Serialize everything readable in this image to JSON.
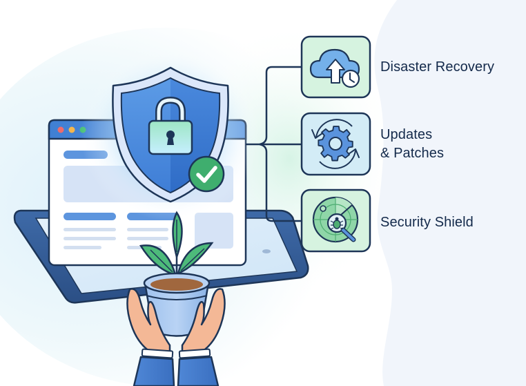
{
  "diagram": {
    "type": "infographic",
    "theme": "website maintenance and security",
    "colors": {
      "navy_outline": "#1d3557",
      "primary_blue": "#4a86d8",
      "light_blue": "#cfe0f7",
      "mint_green": "#d6f3e0",
      "accent_green": "#3fae6e",
      "text_dark": "#13294a",
      "bg_panel": "#f1f5fb"
    },
    "central_elements": [
      {
        "name": "security-shield-with-padlock",
        "icon": "shield-lock-icon"
      },
      {
        "name": "verified-check-badge",
        "icon": "check-circle-icon"
      },
      {
        "name": "browser-window",
        "icon": "browser-window-icon",
        "window_controls": [
          "red",
          "yellow",
          "green"
        ]
      },
      {
        "name": "tablet-device",
        "icon": "tablet-icon"
      },
      {
        "name": "plant-in-pot-held-by-hands",
        "icon": "growth-plant-icon"
      }
    ],
    "features": [
      {
        "label": "Disaster Recovery",
        "icon": "cloud-upload-clock-icon",
        "box_color": "#d6f3e0"
      },
      {
        "label": "Updates\n& Patches",
        "icon": "gear-refresh-icon",
        "box_color": "#d3ecf6"
      },
      {
        "label": "Security Shield",
        "icon": "radar-bug-scan-icon",
        "box_color": "#d6f3e0"
      }
    ]
  }
}
